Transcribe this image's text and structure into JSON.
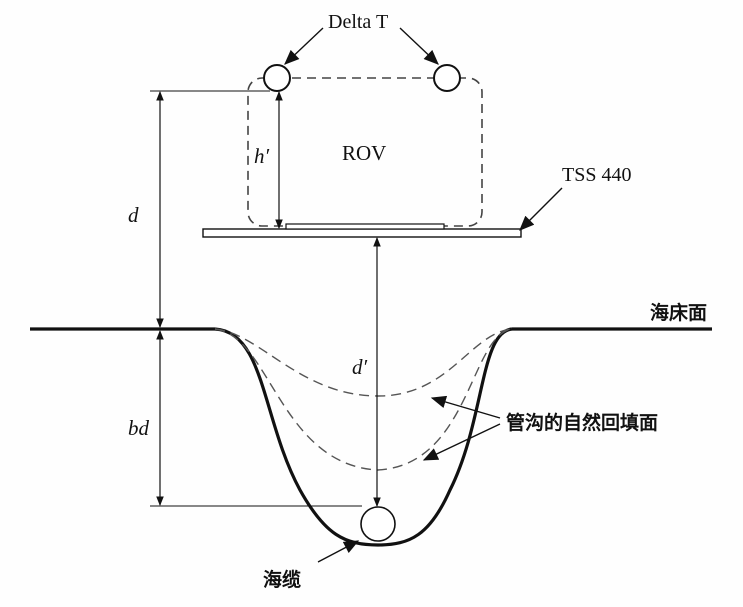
{
  "labels": {
    "sensor": "Delta T",
    "vehicle": "ROV",
    "tracker": "TSS 440",
    "seabed": "海床面",
    "backfill": "管沟的自然回填面",
    "cable": "海缆"
  },
  "dimensions": {
    "d": "d",
    "h_prime": "h′",
    "d_prime": "d′",
    "bd": "bd"
  },
  "colors": {
    "line": "#111111",
    "dash": "#555555",
    "background": "#fefefe"
  }
}
